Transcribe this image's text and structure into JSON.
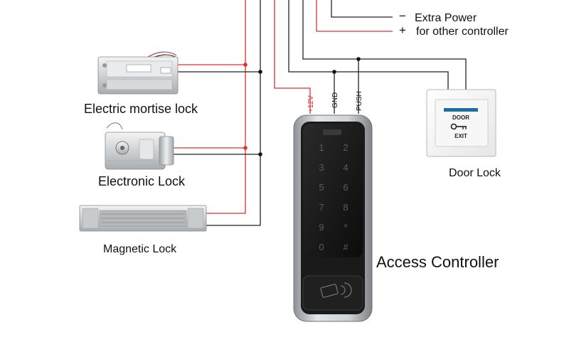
{
  "labels": {
    "extra_power_minus_sign": "−",
    "extra_power_minus_text": "Extra Power",
    "extra_power_plus_sign": "+",
    "extra_power_plus_text": "for other controller",
    "electric_mortise_lock": "Electric mortise lock",
    "electronic_lock": "Electronic Lock",
    "magnetic_lock": "Magnetic Lock",
    "door_lock": "Door Lock",
    "access_controller": "Access Controller",
    "terminal_12v": "+12V",
    "terminal_gnd": "GND",
    "terminal_push": "PUSH",
    "exit_button_top": "DOOR",
    "exit_button_bottom": "EXIT"
  },
  "keypad": [
    "1",
    "2",
    "3",
    "4",
    "5",
    "6",
    "7",
    "8",
    "9",
    "*",
    "0",
    "#"
  ],
  "colors": {
    "positive_wire": "#e03030",
    "negative_wire": "#222222",
    "junction_red": "#e03030",
    "junction_black": "#111111",
    "controller_body": "#1c1c1c",
    "controller_frame": "#b8bcc0",
    "key_glyph": "#5a5a5a",
    "exit_button_text": "#1a6fa0"
  },
  "icons": {
    "exit_key": "key-icon",
    "card_reader": "rfid-card-icon"
  }
}
